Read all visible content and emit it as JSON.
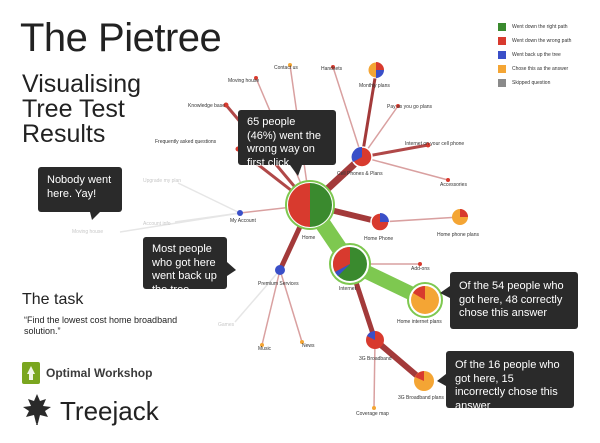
{
  "header": {
    "title": "The Pietree",
    "subtitle_lines": [
      "Visualising",
      "Tree Test",
      "Results"
    ]
  },
  "task": {
    "heading": "The task",
    "quote": "“Find the lowest cost home broadband solution.”"
  },
  "legend": [
    {
      "label": "Went down the right path",
      "color": "#3a8a2e"
    },
    {
      "label": "Went down the wrong path",
      "color": "#d83a2e"
    },
    {
      "label": "Went back up the tree",
      "color": "#3a4fc8"
    },
    {
      "label": "Chose this as the answer",
      "color": "#f4a534"
    },
    {
      "label": "Skipped question",
      "color": "#8a8a8a"
    }
  ],
  "colors": {
    "right": "#3a8a2e",
    "wrong": "#d83a2e",
    "back": "#3a4fc8",
    "answer": "#f4a534",
    "skipped": "#8a8a8a",
    "right_path": "#7ec850",
    "wrong_path": "#a33a3a",
    "faint_path": "#e8e8e8",
    "callout_bg": "#2a2a2a"
  },
  "nodes": {
    "home": "Home",
    "my_account": "My Account",
    "internet": "Internet",
    "home_phone": "Home Phone",
    "home_internet_plans": "Home internet plans",
    "broadband_3g": "3G Broadband",
    "broadband_3g_plans": "3G Broadband plans",
    "coverage_map": "Coverage map",
    "cell_phones_plans": "Cell Phones & Plans",
    "monthly_plans": "Monthly plans",
    "pay_as_you_go": "Pay as you go plans",
    "internet_cell_phone": "Internet on your cell phone",
    "accessories": "Accessories",
    "handsets": "Handsets",
    "contact_us": "Contact us",
    "moving_house": "Moving house",
    "knowledge_base": "Knowledge base",
    "faq": "Frequently asked questions",
    "premium_services": "Premium Services",
    "music": "Music",
    "news": "News",
    "games": "Games",
    "home_phone_plans": "Home phone plans",
    "add_ons": "Add-ons",
    "moving_house_faint": "Moving house",
    "upgrade_plan": "Upgrade my plan",
    "account_info": "Account info"
  },
  "callouts": {
    "home": "65 people (46%) went the wrong way on first click",
    "my_account": "Nobody went here. Yay!",
    "premium": "Most people who got here went back up the tree",
    "home_internet": "Of the 54 people who got here, 48 correctly chose this answer",
    "broadband_3g": "Of the 16 people who got here, 15 incorrectly chose this answer"
  },
  "logos": {
    "optimal": "Optimal Workshop",
    "treejack": "Treejack"
  }
}
